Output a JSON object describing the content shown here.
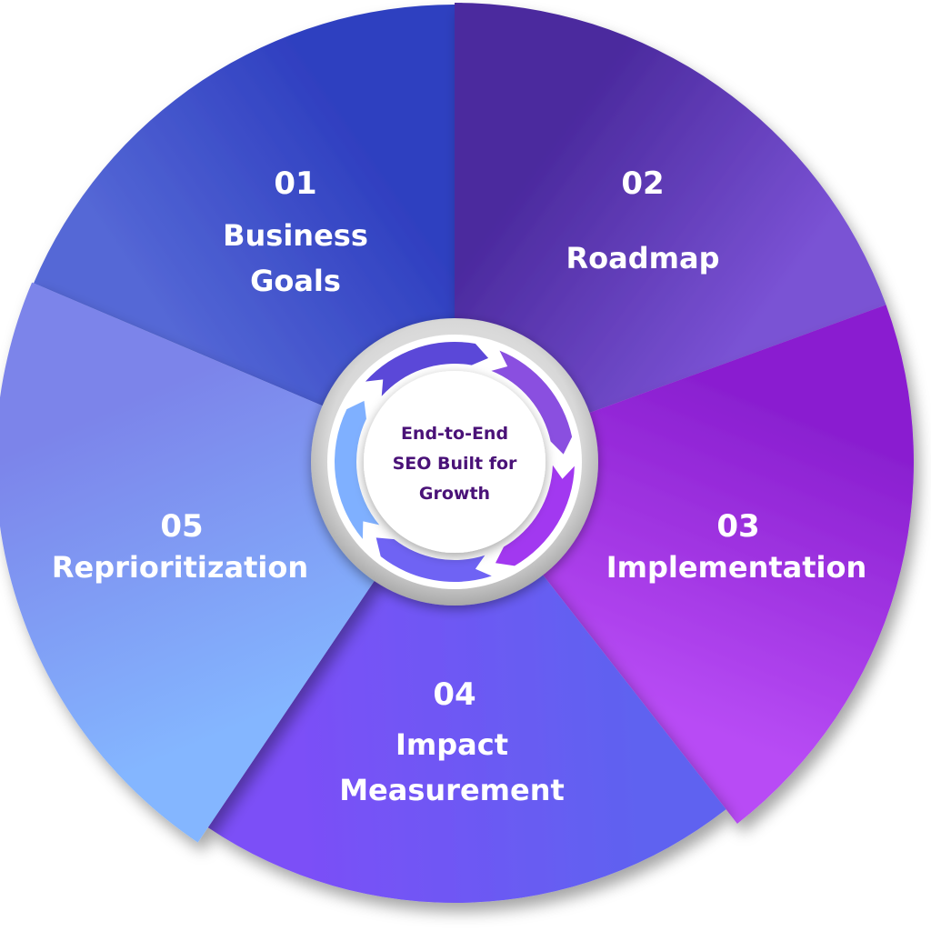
{
  "center": {
    "lines": [
      "End-to-End",
      "SEO Built for",
      "Growth"
    ]
  },
  "segments": [
    {
      "number": "01",
      "lines": [
        "Business",
        "Goals"
      ],
      "color_a": "#5568d6",
      "color_b": "#2f3fc0"
    },
    {
      "number": "02",
      "lines": [
        "Roadmap"
      ],
      "color_a": "#4b2a9e",
      "color_b": "#7a52d4"
    },
    {
      "number": "03",
      "lines": [
        "Implementation"
      ],
      "color_a": "#8a1fd0",
      "color_b": "#b84cf5"
    },
    {
      "number": "04",
      "lines": [
        "Impact",
        "Measurement"
      ],
      "color_a": "#5f62f0",
      "color_b": "#7b4ff7"
    },
    {
      "number": "05",
      "lines": [
        "Reprioritization"
      ],
      "color_a": "#84b6ff",
      "color_b": "#7c84ea"
    }
  ],
  "ring_colors": [
    "#5b48d8",
    "#8a4fe0",
    "#a238f0",
    "#6f63f4",
    "#7fb0ff"
  ]
}
